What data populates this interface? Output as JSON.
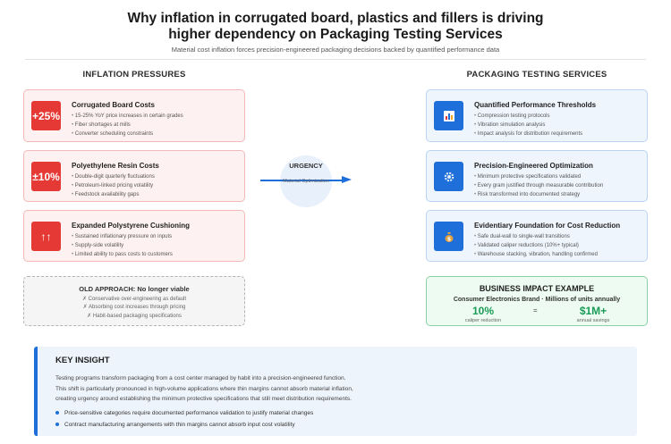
{
  "header": {
    "title_line1": "Why inflation in corrugated board, plastics and fillers is driving",
    "title_line2": "higher dependency on Packaging Testing Services",
    "subtitle": "Material cost inflation forces precision-engineered packaging decisions backed by quantified performance data"
  },
  "left_column": {
    "heading": "INFLATION PRESSURES",
    "cards": [
      {
        "badge": "+25%",
        "title": "Corrugated Board Costs",
        "bullets": [
          "15-25% YoY price increases in certain grades",
          "Fiber shortages at mills",
          "Converter scheduling constraints"
        ]
      },
      {
        "badge": "±10%",
        "title": "Polyethylene Resin Costs",
        "bullets": [
          "Double-digit quarterly fluctuations",
          "Petroleum-linked pricing volatility",
          "Feedstock availability gaps"
        ]
      },
      {
        "badge": "↑↑",
        "title": "Expanded Polystyrene Cushioning",
        "bullets": [
          "Sustained inflationary pressure on inputs",
          "Supply-side volatility",
          "Limited ability to pass costs to customers"
        ]
      }
    ]
  },
  "right_column": {
    "heading": "PACKAGING TESTING SERVICES",
    "cards": [
      {
        "icon": "chart-icon",
        "title": "Quantified Performance Thresholds",
        "bullets": [
          "Compression testing protocols",
          "Vibration simulation analysis",
          "Impact analysis for distribution requirements"
        ]
      },
      {
        "icon": "gear-icon",
        "title": "Precision-Engineered Optimization",
        "bullets": [
          "Minimum protective specifications validated",
          "Every gram justified through measurable contribution",
          "Risk transformed into documented strategy"
        ]
      },
      {
        "icon": "money-bag-icon",
        "title": "Evidentiary Foundation for Cost Reduction",
        "bullets": [
          "Safe dual-wall to single-wall transitions",
          "Validated caliper reductions (10%+ typical)",
          "Warehouse stacking, vibration, handling confirmed"
        ]
      }
    ]
  },
  "center": {
    "urgency_label": "URGENCY",
    "urgency_sub": "Material Optimization"
  },
  "old_approach": {
    "title": "OLD APPROACH: No longer viable",
    "items": [
      "Conservative over-engineering as default",
      "Absorbing cost increases through pricing",
      "Habit-based packaging specifications"
    ]
  },
  "impact": {
    "title": "BUSINESS IMPACT EXAMPLE",
    "subtitle": "Consumer Electronics Brand · Millions of units annually",
    "stat1_value": "10%",
    "stat1_label": "caliper reduction",
    "equals": "=",
    "stat2_value": "$1M+",
    "stat2_label": "annual savings"
  },
  "insight": {
    "title": "KEY INSIGHT",
    "para1": "Testing programs transform packaging from a cost center managed by habit into a precision-engineered function.",
    "para2": "This shift is particularly pronounced in high-volume applications where thin margins cannot absorb material inflation,",
    "para3": "creating urgency around establishing the minimum protective specifications that still meet distribution requirements.",
    "bullets": [
      "Price-sensitive categories require documented performance validation to justify material changes",
      "Contract manufacturing arrangements with thin margins cannot absorb input cost volatility"
    ]
  },
  "colors": {
    "red_accent": "#e53935",
    "blue_accent": "#1e6fd9",
    "green_accent": "#1a9b57"
  }
}
